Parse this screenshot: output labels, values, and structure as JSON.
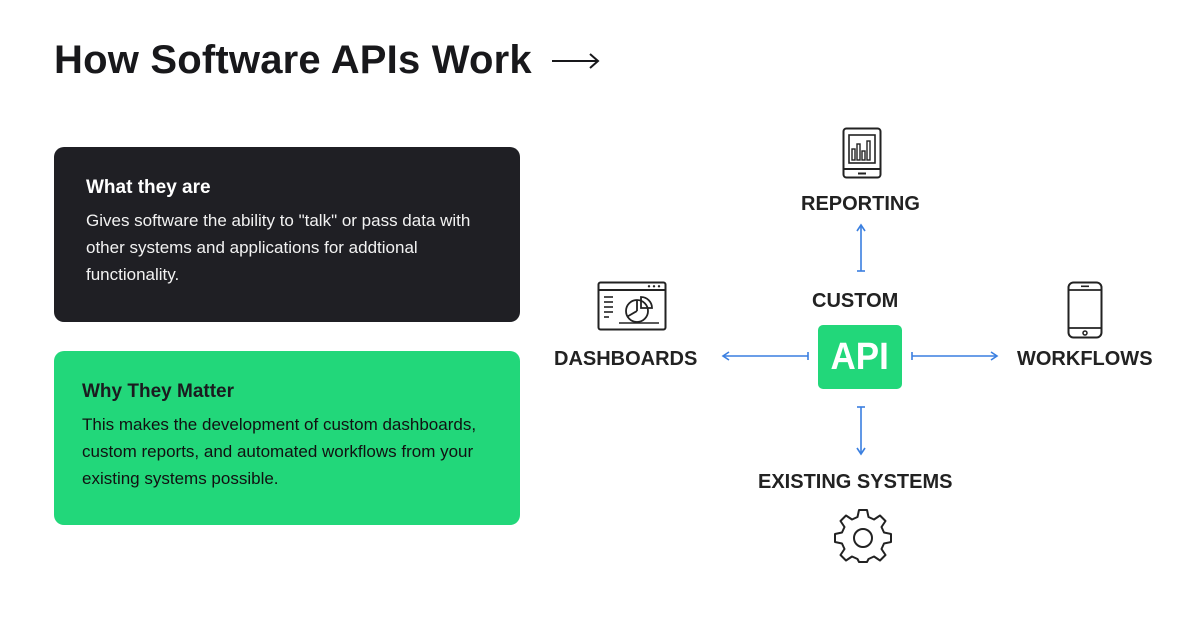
{
  "header": {
    "title": "How Software APIs Work",
    "title_arrow_icon": "long-right-arrow-icon"
  },
  "cards": {
    "what": {
      "heading": "What they are",
      "body": "Gives software the ability to  \"talk\" or pass data with other systems and applications for addtional functionality.",
      "background": "#1f1f24"
    },
    "why": {
      "heading": "Why They Matter",
      "body": "This makes the development of custom dashboards, custom reports, and automated workflows from your existing systems possible.",
      "background": "#22d77a"
    }
  },
  "diagram": {
    "center": {
      "label": "CUSTOM",
      "badge": "API",
      "color": "#22d77a"
    },
    "nodes": {
      "reporting": {
        "label": "REPORTING",
        "icon": "tablet-bar-chart-icon"
      },
      "dashboards": {
        "label": "DASHBOARDS",
        "icon": "browser-dashboard-icon"
      },
      "workflows": {
        "label": "WORKFLOWS",
        "icon": "smartphone-icon"
      },
      "existing": {
        "label": "EXISTING SYSTEMS",
        "icon": "gear-icon"
      }
    },
    "connector_color": "#3a7fe0"
  }
}
